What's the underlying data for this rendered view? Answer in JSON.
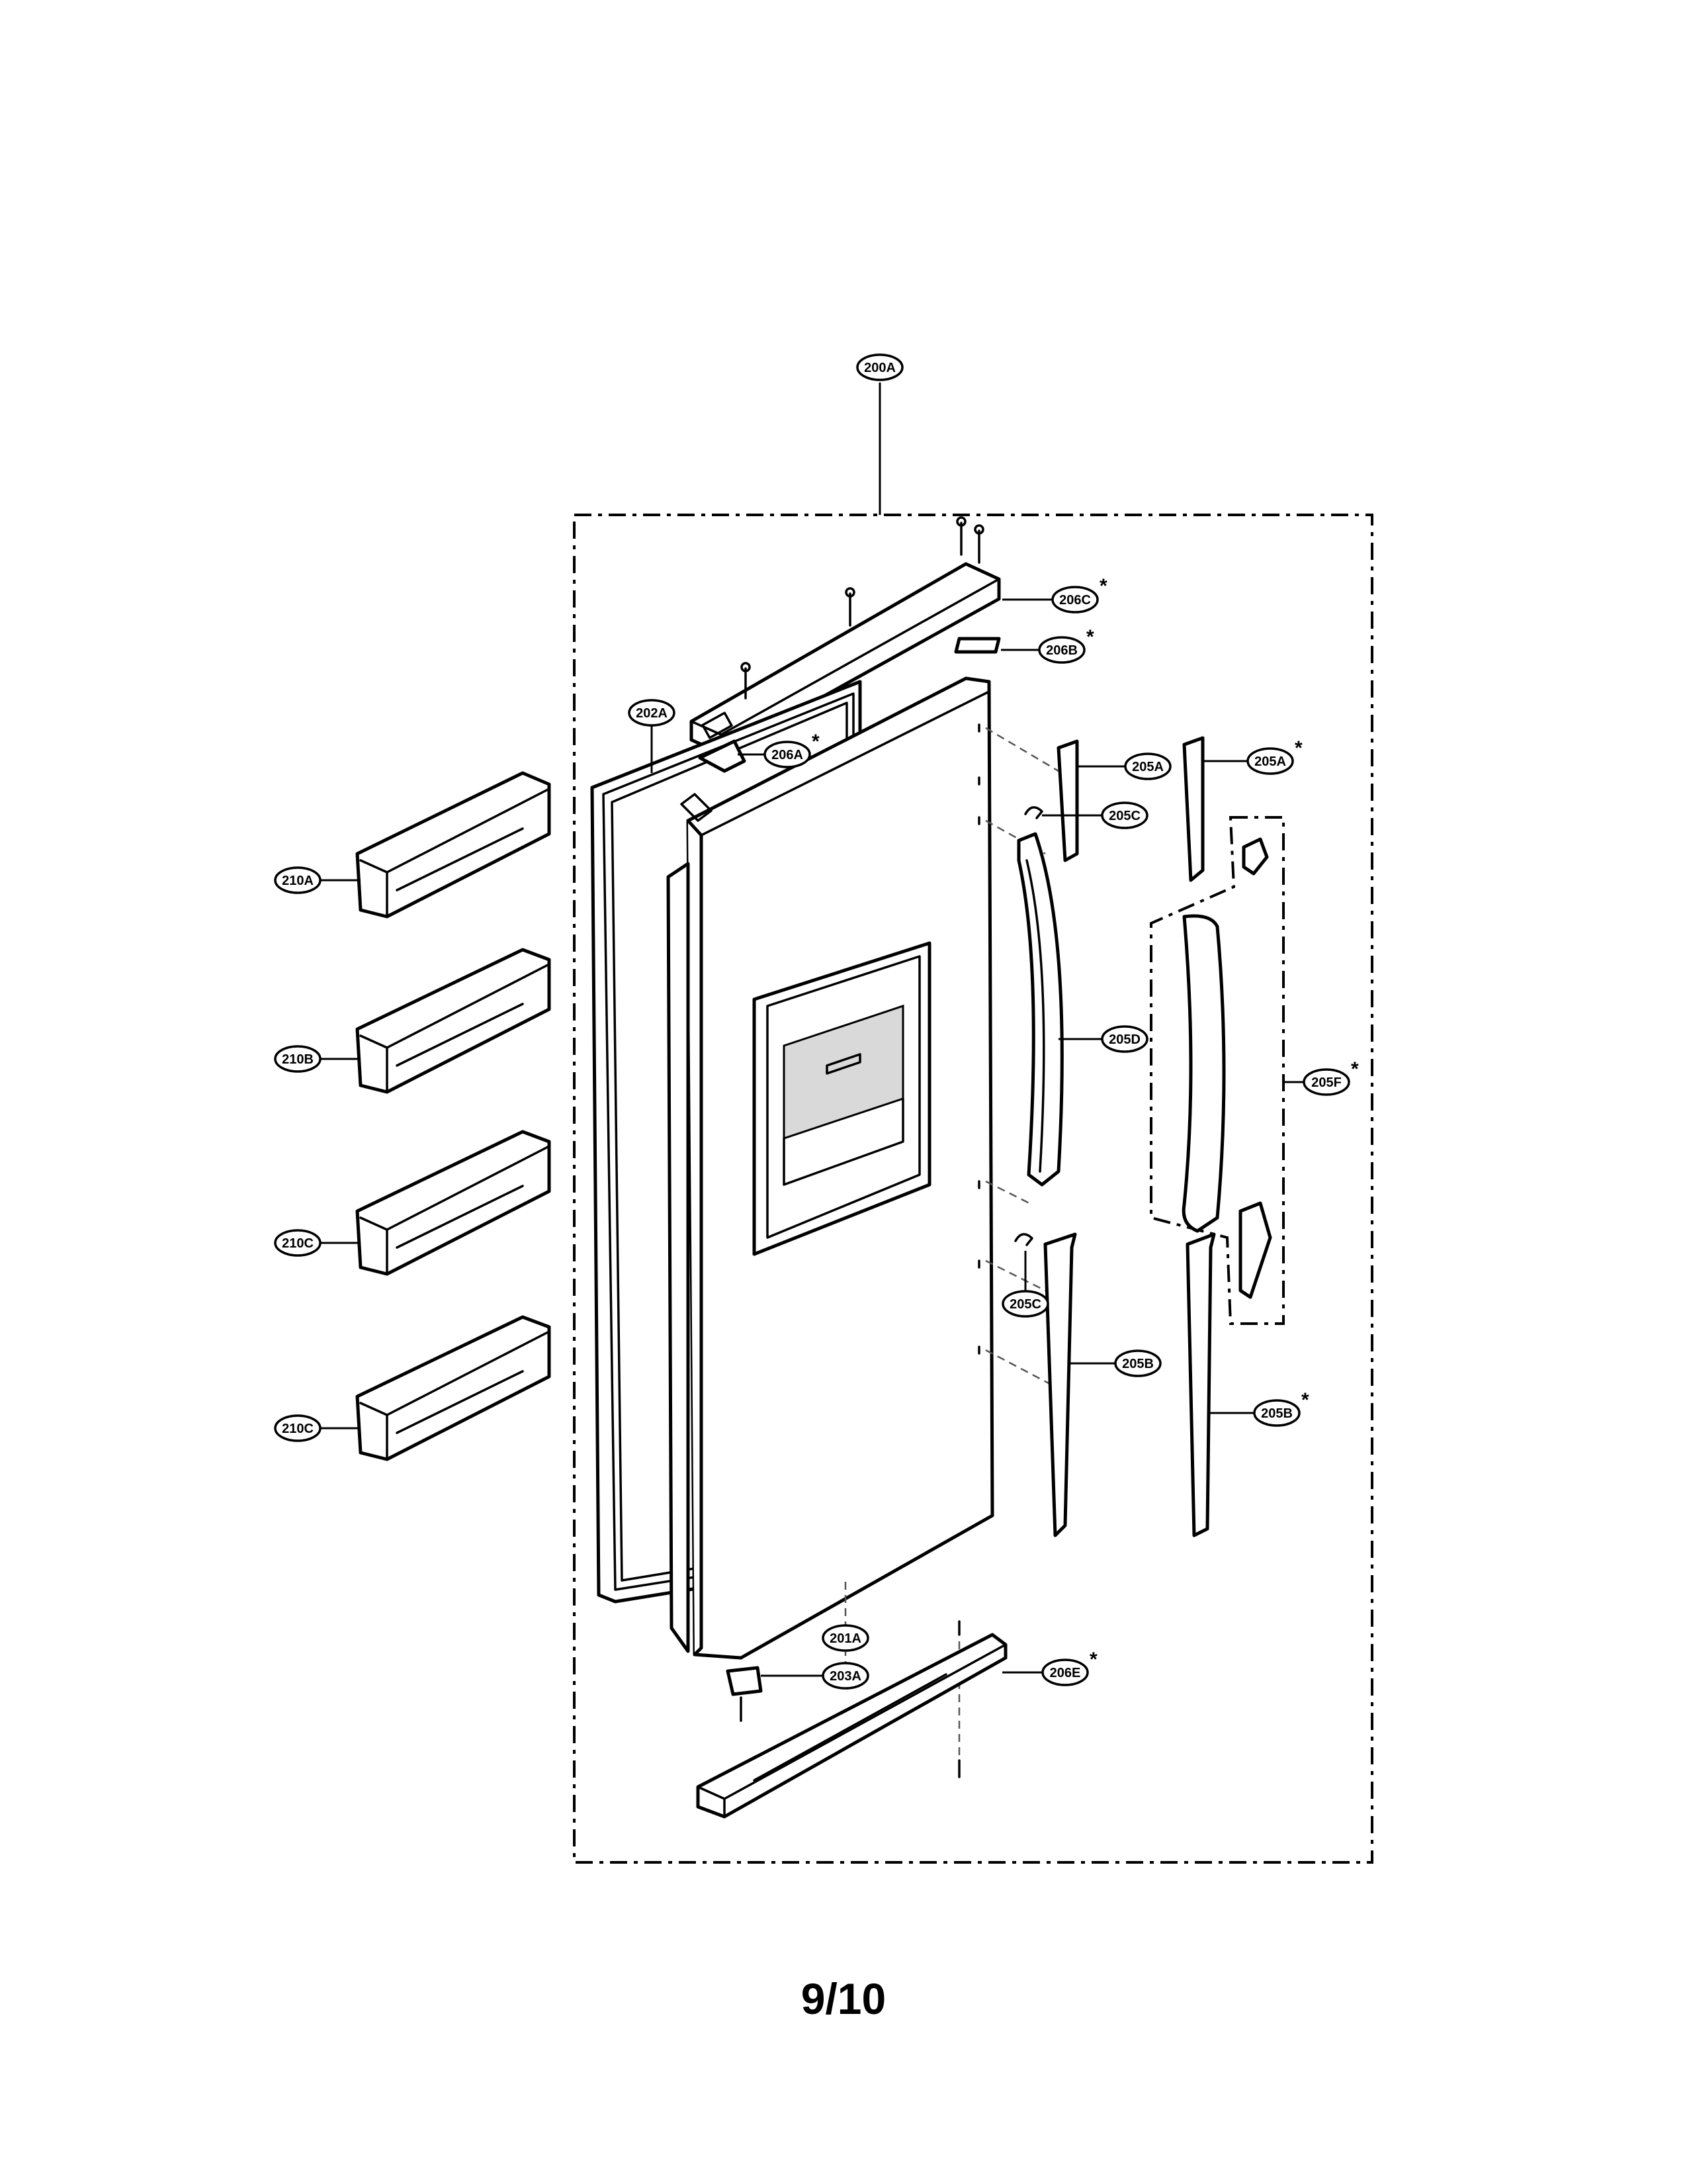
{
  "diagram": {
    "callouts": {
      "assembly": "200A",
      "door_foam": "201A",
      "gasket": "202A",
      "hinge": "203A",
      "handle_cap_top": "205A",
      "handle_cap_top_alt": "205A",
      "handle_bolt_upper": "205C",
      "handle_bolt_lower": "205C",
      "handle": "205D",
      "handle_assembly_alt": "205F",
      "handle_cap_bottom": "205B",
      "handle_cap_bottom_alt": "205B",
      "top_cover": "206C",
      "top_cover_bracket": "206B",
      "cable_cover": "206A",
      "bottom_cover": "206E",
      "basket_1": "210A",
      "basket_2": "210B",
      "basket_3": "210C",
      "basket_4": "210C"
    },
    "asterisk": "*"
  },
  "page_number": "9/10"
}
